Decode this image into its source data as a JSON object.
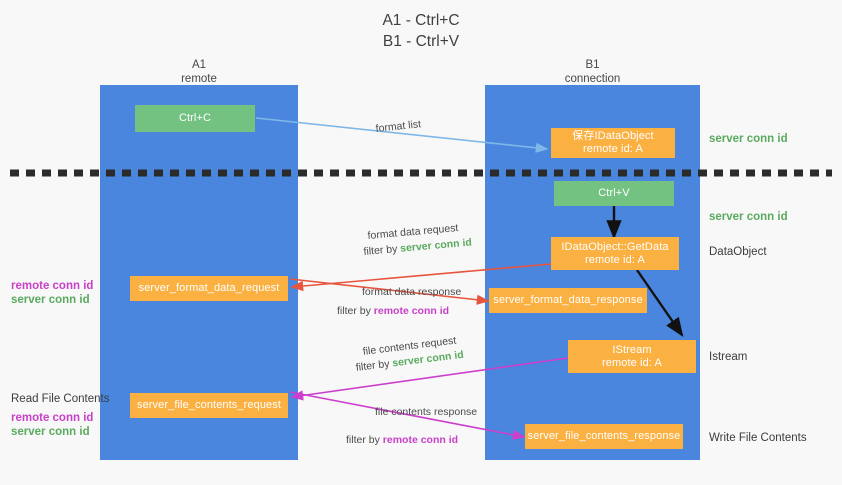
{
  "title": {
    "line1": "A1 - Ctrl+C",
    "line2": "B1 - Ctrl+V"
  },
  "columns": [
    {
      "name": "A1",
      "sub": "remote"
    },
    {
      "name": "B1",
      "sub": "connection"
    }
  ],
  "colors": {
    "lane": "#4a86dd",
    "green_box": "#73c281",
    "orange_box": "#fbb042",
    "green_text": "#5aaa5f",
    "magenta_text": "#c940c9",
    "arrow_blue": "#7fb8e8",
    "arrow_red": "#e8553e",
    "arrow_magenta": "#cc3fcc",
    "arrow_black": "#111111",
    "background": "#f8f8f8"
  },
  "boxes": {
    "ctrl_c": {
      "line1": "Ctrl+C"
    },
    "ctrl_v": {
      "line1": "Ctrl+V"
    },
    "save_idataobject": {
      "line1": "保存IDataObject",
      "line2": "remote id: A"
    },
    "getdata": {
      "line1": "IDataObject::GetData",
      "line2": "remote id: A"
    },
    "istream": {
      "line1": "IStream",
      "line2": "remote id: A"
    },
    "server_format_data_request": {
      "line1": "server_format_data_request"
    },
    "server_format_data_response": {
      "line1": "server_format_data_response"
    },
    "server_file_contents_request": {
      "line1": "server_file_contents_request"
    },
    "server_file_contents_response": {
      "line1": "server_file_contents_response"
    }
  },
  "right_notes": {
    "server_conn_id_top": "server conn id",
    "server_conn_id_mid": "server conn id",
    "dataobject": "DataObject",
    "istream": "Istream",
    "write_file_contents": "Write File Contents"
  },
  "left_notes": {
    "format_remote": "remote conn id",
    "format_server": "server conn id",
    "read_file_contents": "Read File Contents",
    "file_remote": "remote conn id",
    "file_server": "server conn id"
  },
  "edges": {
    "format_list": {
      "label": "format list"
    },
    "format_data_request": {
      "label": "format data request",
      "filter_prefix": "filter by ",
      "filter_value": "server conn id"
    },
    "format_data_response": {
      "label": "format data response",
      "filter_prefix": "filter by ",
      "filter_value": "remote conn id"
    },
    "file_contents_request": {
      "label": "file contents request",
      "filter_prefix": "filter by ",
      "filter_value": "server conn id"
    },
    "file_contents_response": {
      "label": "file contents response",
      "filter_prefix": "filter by ",
      "filter_value": "remote conn id"
    }
  }
}
